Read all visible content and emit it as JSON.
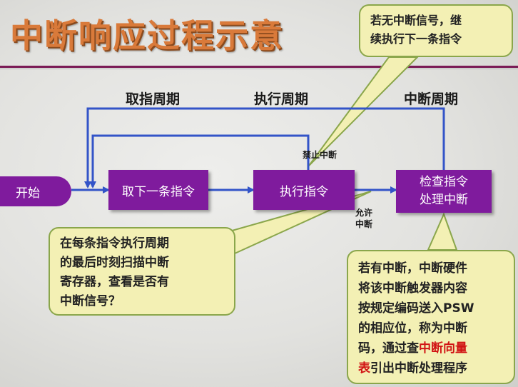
{
  "title": "中断响应过程示意",
  "phases": {
    "fetch": "取指周期",
    "execute": "执行周期",
    "interrupt": "中断周期"
  },
  "nodes": {
    "start": "开始",
    "fetch_next": "取下一条指令",
    "execute": "执行指令",
    "check_line1": "检查指令",
    "check_line2": "处理中断"
  },
  "labels": {
    "disable_interrupt": "禁止中断",
    "allow_line1": "允许",
    "allow_line2": "中断"
  },
  "callouts": {
    "no_interrupt": [
      "若无中断信号，继",
      "续执行下一条指令"
    ],
    "scan": [
      "在每条指令执行周期",
      "的最后时刻扫描中断",
      "寄存器，查看是否有",
      "中断信号？"
    ],
    "has_interrupt": {
      "line1": "若有中断，中断硬件",
      "line2": "将该中断触发器内容",
      "line3": "按规定编码送入PSW",
      "line4": "的相应位，称为中断",
      "line5_pre": "码，通过查",
      "line5_red": "中断向量",
      "line6_red": "表",
      "line6_post": "引出中断处理程序"
    }
  },
  "colors": {
    "box": "#7f1b9d",
    "arrow": "#3354c8",
    "callout_bg": "#f3f0b4",
    "callout_border": "#8aa64b",
    "title": "#d97a3a",
    "highlight": "#d11414"
  }
}
